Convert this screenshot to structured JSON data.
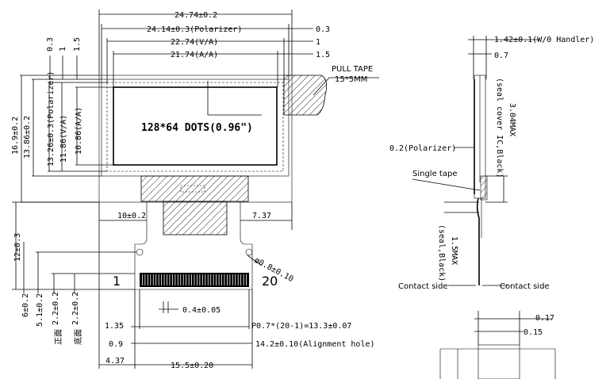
{
  "front_view": {
    "overall_width": "24.74±0.2",
    "polarizer_width": "24.14±0.3(Polarizer)",
    "va_width": "22.74(V/A)",
    "aa_width": "21.74(A/A)",
    "right_offset_1": "0.3",
    "right_offset_2": "1",
    "right_offset_3": "1.5",
    "left_offset_1": "0.3",
    "left_offset_2": "1",
    "left_offset_3": "1.5",
    "pull_tape": "PULL TAPE",
    "pull_tape_size": "15*5MM",
    "resolution_text": "128*64 DOTS(0.96\")",
    "overall_height": "16.9±0.2",
    "height_2": "13.86±0.2",
    "polarizer_height": "13.26±0.3(Polarizer)",
    "va_height": "11.86(V/A)",
    "aa_height": "10.86(A/A)",
    "tail_width": "10±0.2",
    "tail_offset": "7.37",
    "tail_height": "12±0.3",
    "hole_dia": "ø0.8±0.10",
    "pin_first": "1",
    "pin_last": "20",
    "dim_5_1": "5.1±0.2",
    "dim_6": "6±0.2",
    "dim_2_2_a": "2.2±0.2",
    "dim_2_2_b": "2.2±0.2",
    "front_side_note": "正面",
    "back_side_note": "底面",
    "pin_width": "0.4±0.05",
    "pitch": "P0.7*(20-1)=13.3±0.07",
    "alignment_hole": "14.2±0.10(Alignment hole)",
    "left_1_35": "1.35",
    "left_0_9": "0.9",
    "left_4_37": "4.37",
    "bottom_width": "15.5±0.20"
  },
  "side_view": {
    "thickness": "1.42±0.1(W/0 Handler)",
    "glass": "0.7",
    "max_height": "3.04MAX",
    "seal_note": "(seal cover IC,Black)",
    "polarizer": "0.2(Polarizer)",
    "single_tape": "Single tape",
    "max_1_5": "1.5MAX",
    "seal_black": "(seal,Black)",
    "contact_left": "Contact side",
    "contact_right": "Contact side"
  },
  "detail_view": {
    "dim_a": "0.17",
    "dim_b": "0.15"
  }
}
